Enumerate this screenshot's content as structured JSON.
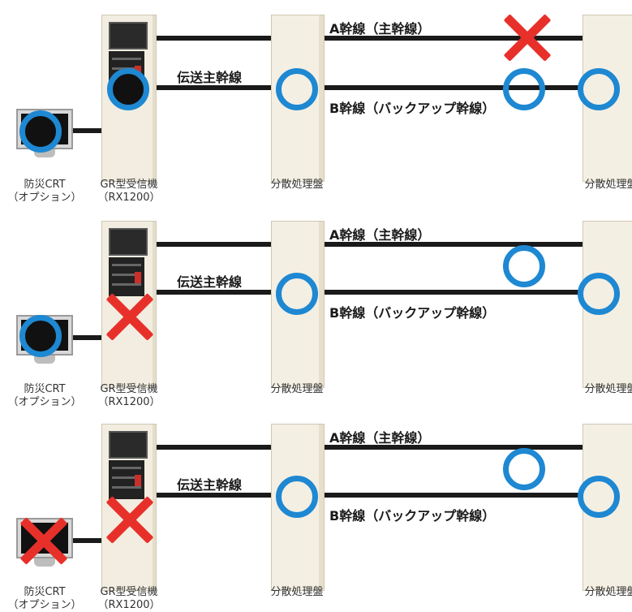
{
  "labels": {
    "a_line": "A幹線（主幹線）",
    "b_line": "B幹線（バックアップ幹線）",
    "trunk": "伝送主幹線",
    "crt_name": "防災CRT",
    "crt_option": "（オプション）",
    "receiver_name": "GR型受信機",
    "receiver_model": "（RX1200）",
    "distributed_panel": "分散処理盤"
  },
  "colors": {
    "ok_ring": "#1e88d2",
    "fail_x": "#e8302b",
    "line": "#1a1a1a"
  },
  "scenarios": [
    {
      "a_line_status": "failed",
      "receiver_status": "ok",
      "crt_status": "ok"
    },
    {
      "a_line_status": "ok",
      "receiver_status": "failed",
      "crt_status": "ok"
    },
    {
      "a_line_status": "ok",
      "receiver_status": "failed",
      "crt_status": "failed"
    }
  ]
}
